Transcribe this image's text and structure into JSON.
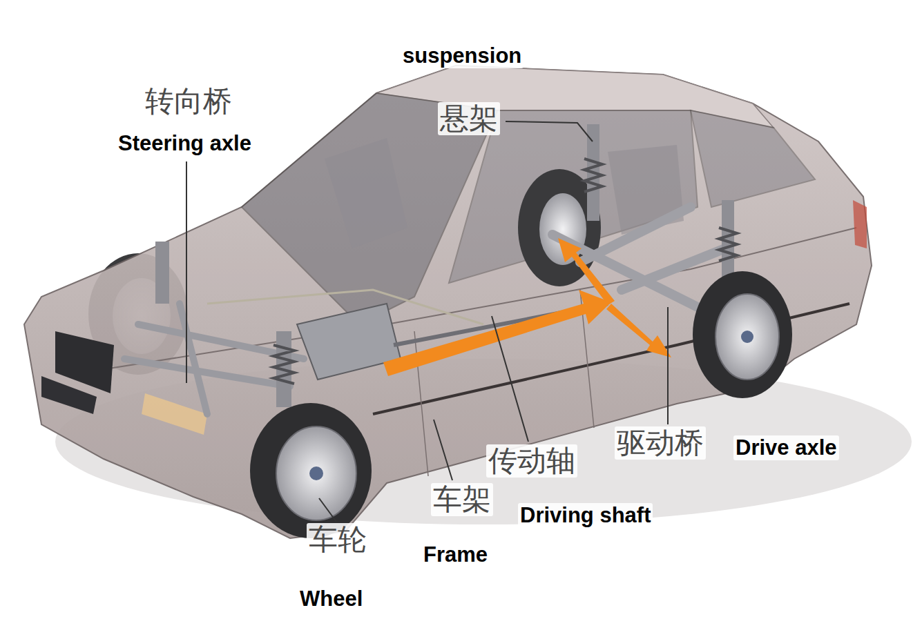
{
  "diagram": {
    "labels": [
      "suspension",
      "转向桥",
      "悬架",
      "Steering axle",
      "驱动桥",
      "Drive axle",
      "传动轴",
      "车架",
      "Driving shaft",
      "Frame",
      "车轮",
      "Wheel"
    ]
  }
}
